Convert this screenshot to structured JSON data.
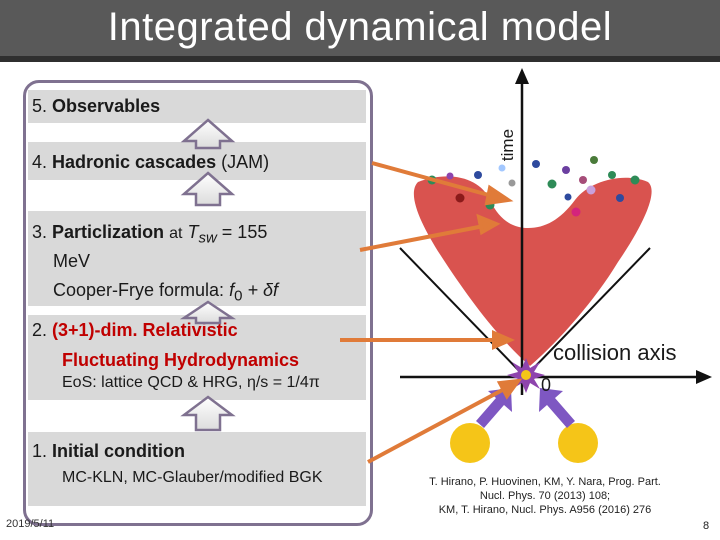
{
  "title": "Integrated dynamical model",
  "steps": {
    "s5": {
      "num": "5.",
      "label": "Observables"
    },
    "s4": {
      "num": "4.",
      "label": "Hadronic cascades",
      "extra": "(JAM)"
    },
    "s3": {
      "num": "3.",
      "label": "Particlization",
      "at": "at",
      "tsw_T": "T",
      "tsw_sub": "sw",
      "tsw_val": "= 155",
      "unit": "MeV",
      "formula_prefix": "Cooper-Frye formula:",
      "formula_f": "f",
      "formula_sub": "0",
      "formula_rest": "+ δf"
    },
    "s2": {
      "num": "2.",
      "label": "(3+1)-dim. Relativistic",
      "label2": "Fluctuating Hydrodynamics",
      "eos": "EoS: lattice QCD & HRG, η/s = 1/4π"
    },
    "s1": {
      "num": "1.",
      "label": "Initial condition",
      "models": "MC-KLN, MC-Glauber/modified BGK"
    }
  },
  "diagram": {
    "time_axis": "time",
    "collision_axis": "collision axis",
    "origin": "0"
  },
  "footer": {
    "date": "2019/5/11",
    "ref_line1": "T. Hirano, P. Huovinen, KM, Y. Nara, Prog. Part.",
    "ref_line2": "Nucl. Phys. 70 (2013) 108;",
    "ref_line3": "KM, T. Hirano, Nucl. Phys. A956 (2016) 276",
    "page": "8"
  },
  "colors": {
    "accent_red": "#c00000",
    "arrow_orange": "#e07b39",
    "arrow_purple": "#7e57c2",
    "fluid_red": "#d9534f",
    "nucleus_yellow": "#f5c518",
    "panel_border": "#7f7190"
  }
}
